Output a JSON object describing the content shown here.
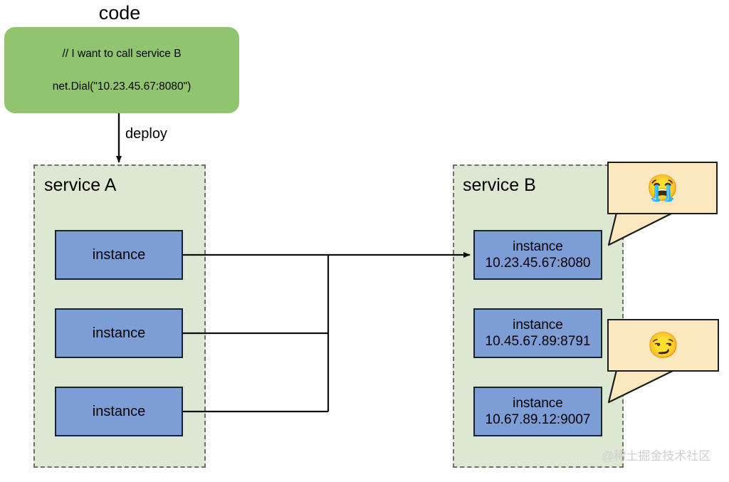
{
  "diagram": {
    "title_label": "code",
    "code_block": {
      "comment_line": "// I want to call service B",
      "call_line": "net.Dial(\"10.23.45.67:8080\")",
      "fill_color": "#91c46f"
    },
    "deploy_edge": {
      "label": "deploy"
    },
    "service_a": {
      "title": "service A",
      "fill_color": "#dde8d3",
      "border_style": "dashed",
      "instances": [
        {
          "name": "instance",
          "address": ""
        },
        {
          "name": "instance",
          "address": ""
        },
        {
          "name": "instance",
          "address": ""
        }
      ]
    },
    "service_b": {
      "title": "service B",
      "fill_color": "#dde8d3",
      "border_style": "dashed",
      "instances": [
        {
          "name": "instance",
          "address": "10.23.45.67:8080"
        },
        {
          "name": "instance",
          "address": "10.45.67.89:8791"
        },
        {
          "name": "instance",
          "address": "10.67.89.12:9007"
        }
      ]
    },
    "instance_fill_color": "#7d9dd6",
    "callouts": [
      {
        "emoji": "😭",
        "icon_name": "loudly-crying-face-emoji",
        "fill_color": "#fbe8bf"
      },
      {
        "emoji": "😏",
        "icon_name": "smirking-face-emoji",
        "fill_color": "#fbe8bf"
      }
    ],
    "watermark": "@稀土掘金技术社区"
  }
}
